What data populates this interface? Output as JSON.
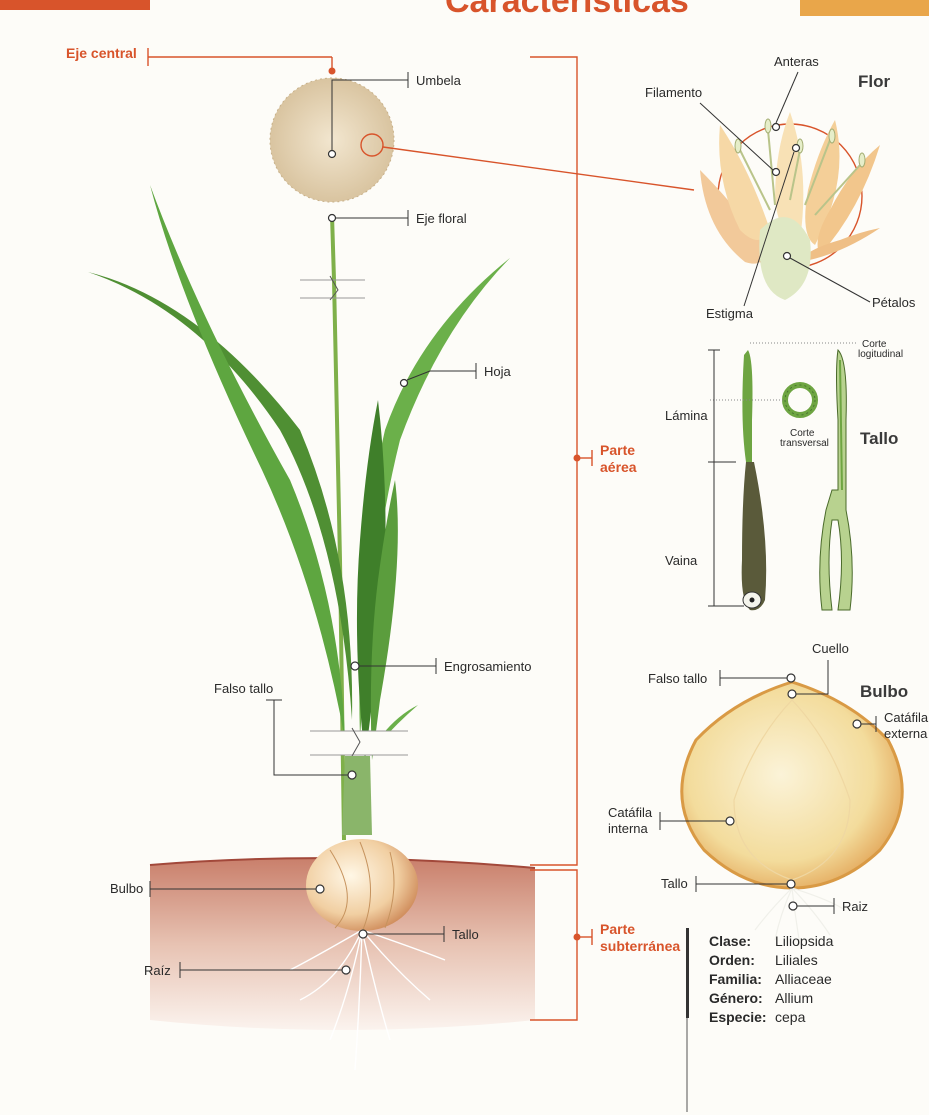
{
  "header": {
    "title": "Características"
  },
  "plant": {
    "eje_central": "Eje central",
    "umbela": "Umbela",
    "eje_floral": "Eje floral",
    "hoja": "Hoja",
    "engrosamiento": "Engrosamiento",
    "falso_tallo": "Falso tallo",
    "bulbo": "Bulbo",
    "tallo": "Tallo",
    "raiz": "Raíz",
    "parte_aerea_1": "Parte",
    "parte_aerea_2": "aérea",
    "parte_sub_1": "Parte",
    "parte_sub_2": "subterránea"
  },
  "flor": {
    "title": "Flor",
    "anteras": "Anteras",
    "filamento": "Filamento",
    "estigma": "Estigma",
    "petalos": "Pétalos"
  },
  "tallo_section": {
    "title": "Tallo",
    "corte_long_1": "Corte",
    "corte_long_2": "logitudinal",
    "corte_trans_1": "Corte",
    "corte_trans_2": "transversal",
    "lamina": "Lámina",
    "vaina": "Vaina"
  },
  "bulbo_section": {
    "title": "Bulbo",
    "cuello": "Cuello",
    "falso_tallo": "Falso tallo",
    "catafila_ext_1": "Catáfila",
    "catafila_ext_2": "externa",
    "catafila_int_1": "Catáfila",
    "catafila_int_2": "interna",
    "tallo": "Tallo",
    "raiz": "Raiz"
  },
  "taxonomy": {
    "rows": [
      {
        "key": "Clase:",
        "value": "Liliopsida"
      },
      {
        "key": "Orden:",
        "value": "Liliales"
      },
      {
        "key": "Familia:",
        "value": "Alliaceae"
      },
      {
        "key": "Género:",
        "value": "Allium"
      },
      {
        "key": "Especie:",
        "value": "cepa"
      }
    ]
  },
  "colors": {
    "accent": "#d8542b",
    "leaf": "#5a9a3a",
    "soil": "#c98a7a",
    "bulb": "#f6e2a8"
  }
}
